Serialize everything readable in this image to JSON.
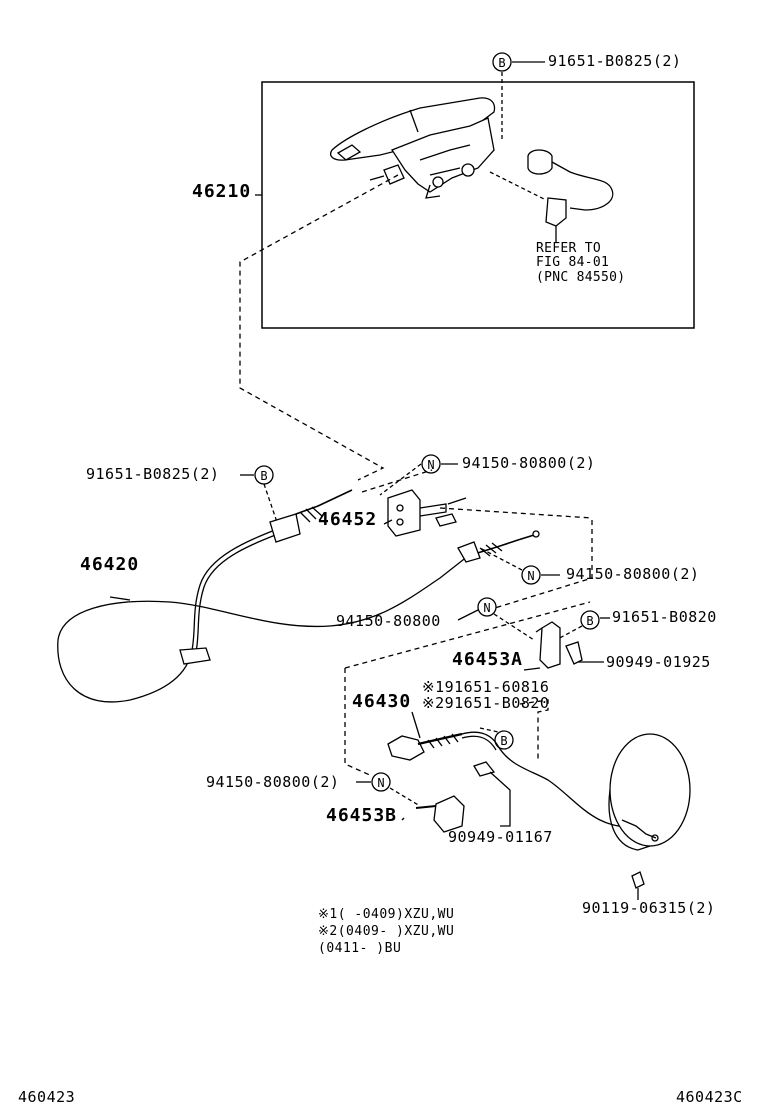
{
  "labels": {
    "top_bolt": "91651-B0825(2)",
    "lever_assy": "46210",
    "refer_1": "REFER TO",
    "refer_2": "FIG  84-01",
    "refer_3": "(PNC  84550)",
    "left_bolt": "91651-B0825(2)",
    "nut_1": "94150-80800(2)",
    "bracket_46452": "46452",
    "cable_46420": "46420",
    "nut_2": "94150-80800(2)",
    "nut_3": "94150-80800",
    "bolt_b0820": "91651-B0820",
    "bracket_46453a": "46453A",
    "clip_01925": "90949-01925",
    "bolt_note1": "※191651-60816",
    "bolt_note2": "※291651-B0820",
    "cable_46430": "46430",
    "nut_4": "94150-80800(2)",
    "bracket_46453b": "46453B",
    "clip_01167": "90949-01167",
    "screw_06315": "90119-06315(2)",
    "footnote_1": "※1(     -0409)XZU,WU",
    "footnote_2": "※2(0409-     )XZU,WU",
    "footnote_3": "  (0411-     )BU",
    "page_ref_left": "460423",
    "page_ref_right": "460423C"
  },
  "callouts": {
    "b": "B",
    "n": "N"
  }
}
